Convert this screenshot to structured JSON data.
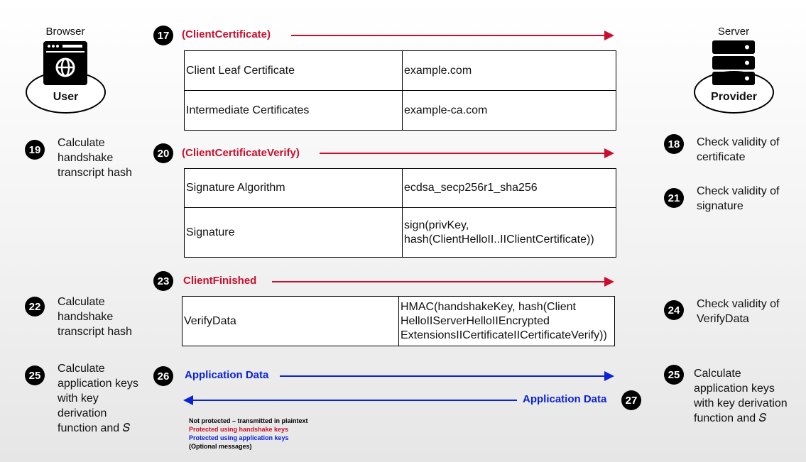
{
  "actors": {
    "browser_label": "Browser",
    "user_label": "User",
    "server_label": "Server",
    "provider_label": "Provider"
  },
  "messages": [
    {
      "step": "17",
      "label": "(ClientCertificate)",
      "color": "#c8102e"
    },
    {
      "step": "20",
      "label": "(ClientCertificateVerify)",
      "color": "#c8102e"
    },
    {
      "step": "23",
      "label": "ClientFinished",
      "color": "#c8102e"
    },
    {
      "step": "26",
      "label": "Application Data",
      "color": "#0b22d6"
    },
    {
      "step": "27",
      "label": "Application Data",
      "color": "#0b22d6"
    }
  ],
  "tables": {
    "client_certificate": [
      [
        "Client Leaf Certificate",
        "example.com"
      ],
      [
        "Intermediate Certificates",
        "example-ca.com"
      ]
    ],
    "client_certificate_verify": [
      [
        "Signature Algorithm",
        "ecdsa_secp256r1_sha256"
      ],
      [
        "Signature",
        "sign(privKey,\nhash(ClientHelloII..IIClientCertificate))"
      ]
    ],
    "client_finished": [
      [
        "VerifyData",
        "HMAC(handshakeKey, hash(Client\nHelloIIServerHelloIIEncrypted\nExtensionsIICertificateIICertificateVerify))"
      ]
    ]
  },
  "client_steps": [
    {
      "step": "19",
      "text": "Calculate\nhandshake\ntranscript hash"
    },
    {
      "step": "22",
      "text": "Calculate\nhandshake\ntranscript hash"
    },
    {
      "step": "25",
      "text": "Calculate\napplication keys\nwith key\nderivation\nfunction and 𝑆"
    }
  ],
  "server_steps": [
    {
      "step": "18",
      "text": "Check validity of\ncertificate"
    },
    {
      "step": "21",
      "text": "Check validity of\nsignature"
    },
    {
      "step": "24",
      "text": "Check validity of\nVerifyData"
    },
    {
      "step": "25",
      "text": "Calculate\napplication keys\nwith key derivation\nfunction and 𝑆"
    }
  ],
  "legend": [
    {
      "text": "Not protected – transmitted in plaintext",
      "color": "#000000"
    },
    {
      "text": "Protected using handshake keys",
      "color": "#c8102e"
    },
    {
      "text": "Protected using application keys",
      "color": "#0b22d6"
    },
    {
      "text": "(Optional messages)",
      "color": "#000000"
    }
  ]
}
